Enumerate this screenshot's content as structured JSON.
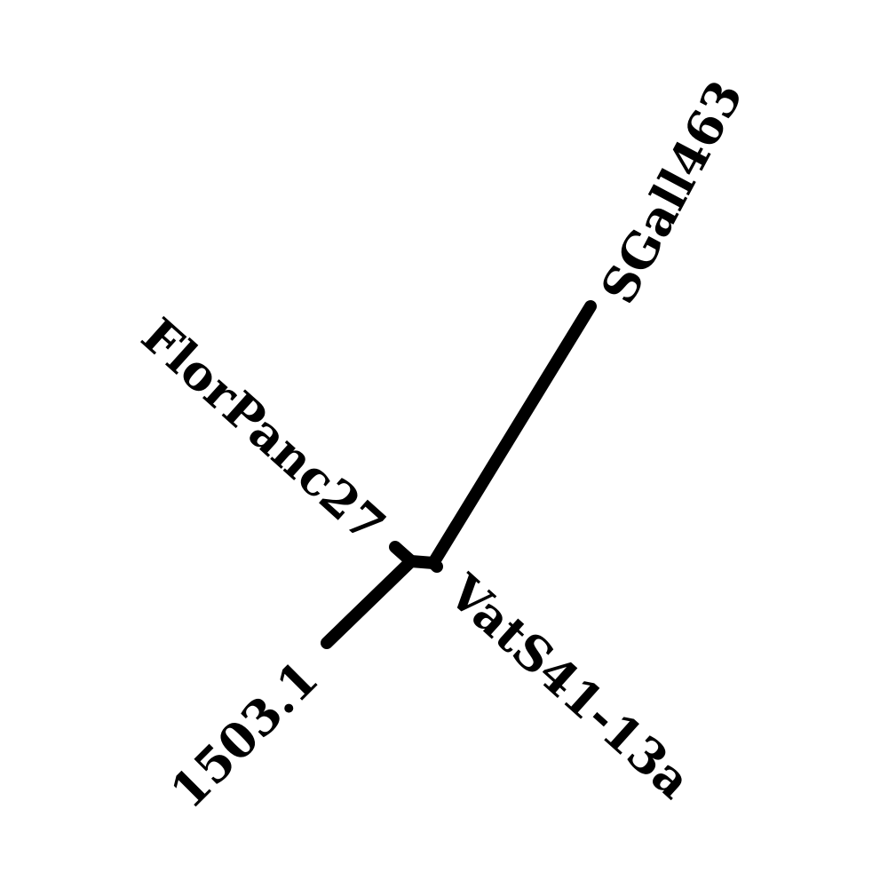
{
  "tree": {
    "type": "unrooted phylogenetic tree",
    "line_color": "#000000",
    "background_color": "#ffffff",
    "taxa": [
      {
        "id": "sgall",
        "label": "SGall463"
      },
      {
        "id": "florpanc",
        "label": "FlorPanc27"
      },
      {
        "id": "vats",
        "label": "VatS41-13a"
      },
      {
        "id": "b1503",
        "label": "1503.1"
      }
    ]
  }
}
